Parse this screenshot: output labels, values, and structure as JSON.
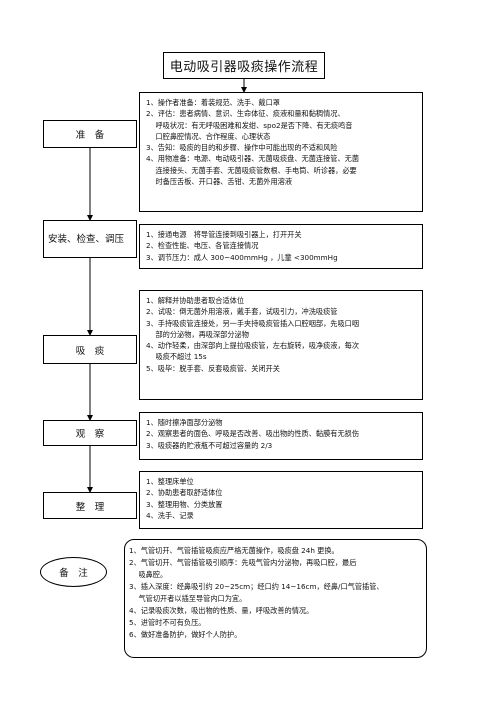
{
  "title": "电动吸引器吸痰操作流程",
  "sections": [
    {
      "label": "准　备",
      "lines": [
        "1、操作者准备：着装规范、洗手、戴口罩",
        "2、评估：患者病情、意识、生命体征、痰液和量和黏稠情况、",
        "　 呼吸状况：有无呼吸困难和发绀、spo2是否下降、有无痰鸣音",
        "　 口腔鼻腔情况、合作程度、心理状态",
        "3、告知：吸痰的目的和步骤、操作中可能出现的不适和风险",
        "4、用物准备：电源、电动吸引器、无菌吸痰盘、无菌连接管、无菌",
        "　 连接接头、无菌手套、无菌吸痰管数根、手电筒、听诊器，必要",
        "　 时备压舌板、开口器、舌钳、无菌外用溶液"
      ]
    },
    {
      "label": "安装、检查、调压",
      "lines": [
        "1、接通电源　将导管连接到吸引器上，打开开关",
        "2、检查性能、电压、各管连接情况",
        "3、调节压力：成人 300~400mmHg ，儿童 <300mmHg"
      ]
    },
    {
      "label": "吸　痰",
      "lines": [
        "1、解释并协助患者取合适体位",
        "2、试吸：倒无菌外用溶液，戴手套，试吸引力，冲洗吸痰管",
        "3、手持吸痰管连接处，另一手夹持吸痰管插入口腔咽部，先吸口咽",
        "　 部的分泌物，再吸深部分泌物",
        "4、动作轻柔，由深部向上提拉吸痰管，左右旋转，吸净痰液，每次",
        "　 吸痰不超过 15s",
        "5、吸毕：脱手套、反套吸痰管、关闭开关"
      ]
    },
    {
      "label": "观　察",
      "lines": [
        "1、随时擦净面部分泌物",
        "2、观察患者的面色、呼吸是否改善、吸出物的性质、黏膜有无损伤",
        "3、吸痰器的贮液瓶不可超过容量的 2/3"
      ]
    },
    {
      "label": "整　理",
      "lines": [
        "1、整理床单位",
        "2、协助患者取舒适体位",
        "3、整理用物、分类放置",
        "4、洗手、记录"
      ]
    }
  ],
  "notes": {
    "label": "备　注",
    "lines": [
      "1、气管切开、气管插管吸痰应严格无菌操作，吸痰盘 24h 更换。",
      "2、气管切开、气管插管吸引顺序：先吸气管内分泌物，再吸口腔，最后",
      "　 吸鼻腔。",
      "3、插入深度：经鼻吸引约 20~25cm；经口约 14~16cm，经鼻/口气管插管、",
      "　 气管切开者以插至导管内口为宜。",
      "4、记录吸痰次数，吸出物的性质、量，呼吸改善的情况。",
      "5、进管时不可有负压。",
      "6、做好准备防护，做好个人防护。"
    ]
  }
}
